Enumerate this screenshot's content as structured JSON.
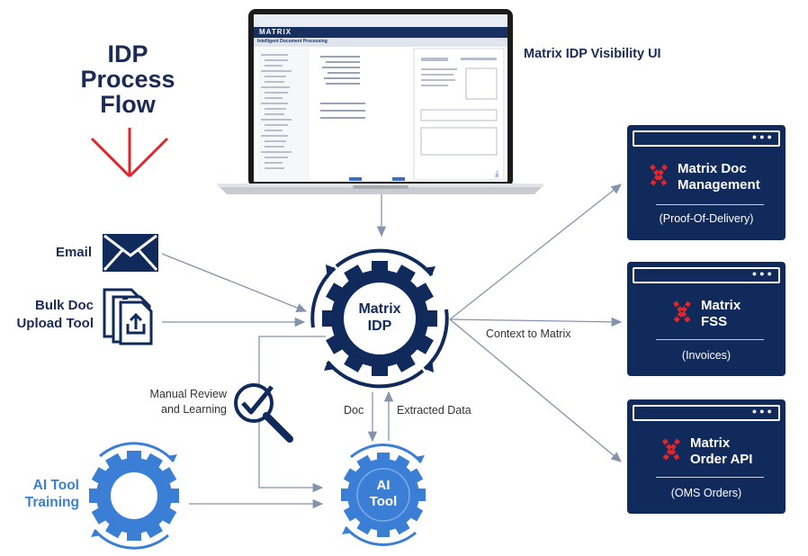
{
  "title": [
    "IDP",
    "Process",
    "Flow"
  ],
  "laptop_label": "Matrix IDP Visibility UI",
  "inputs": {
    "email_label": "Email",
    "bulk_upload_label": [
      "Bulk Doc",
      "Upload Tool"
    ]
  },
  "review_label": [
    "Manual Review",
    "and Learning"
  ],
  "center_gear": [
    "Matrix",
    "IDP"
  ],
  "ai_tool_gear": [
    "AI",
    "Tool"
  ],
  "ai_training_label": [
    "AI Tool",
    "Training"
  ],
  "flow_labels": {
    "doc": "Doc",
    "extracted": "Extracted Data",
    "context": "Context to Matrix"
  },
  "destinations": [
    {
      "name": [
        "Matrix Doc",
        "Management"
      ],
      "sub": "(Proof-Of-Delivery)"
    },
    {
      "name": [
        "Matrix",
        "FSS"
      ],
      "sub": "(Invoices)"
    },
    {
      "name": [
        "Matrix",
        "Order API"
      ],
      "sub": "(OMS Orders)"
    }
  ],
  "screen": {
    "app_brand": "MATRIX",
    "page_heading": "Intelligent Document Processing"
  },
  "colors": {
    "navy": "#102a5c",
    "arrow": "#8594ad",
    "blue_gear": "#3b7ed6",
    "red": "#e0262a"
  }
}
